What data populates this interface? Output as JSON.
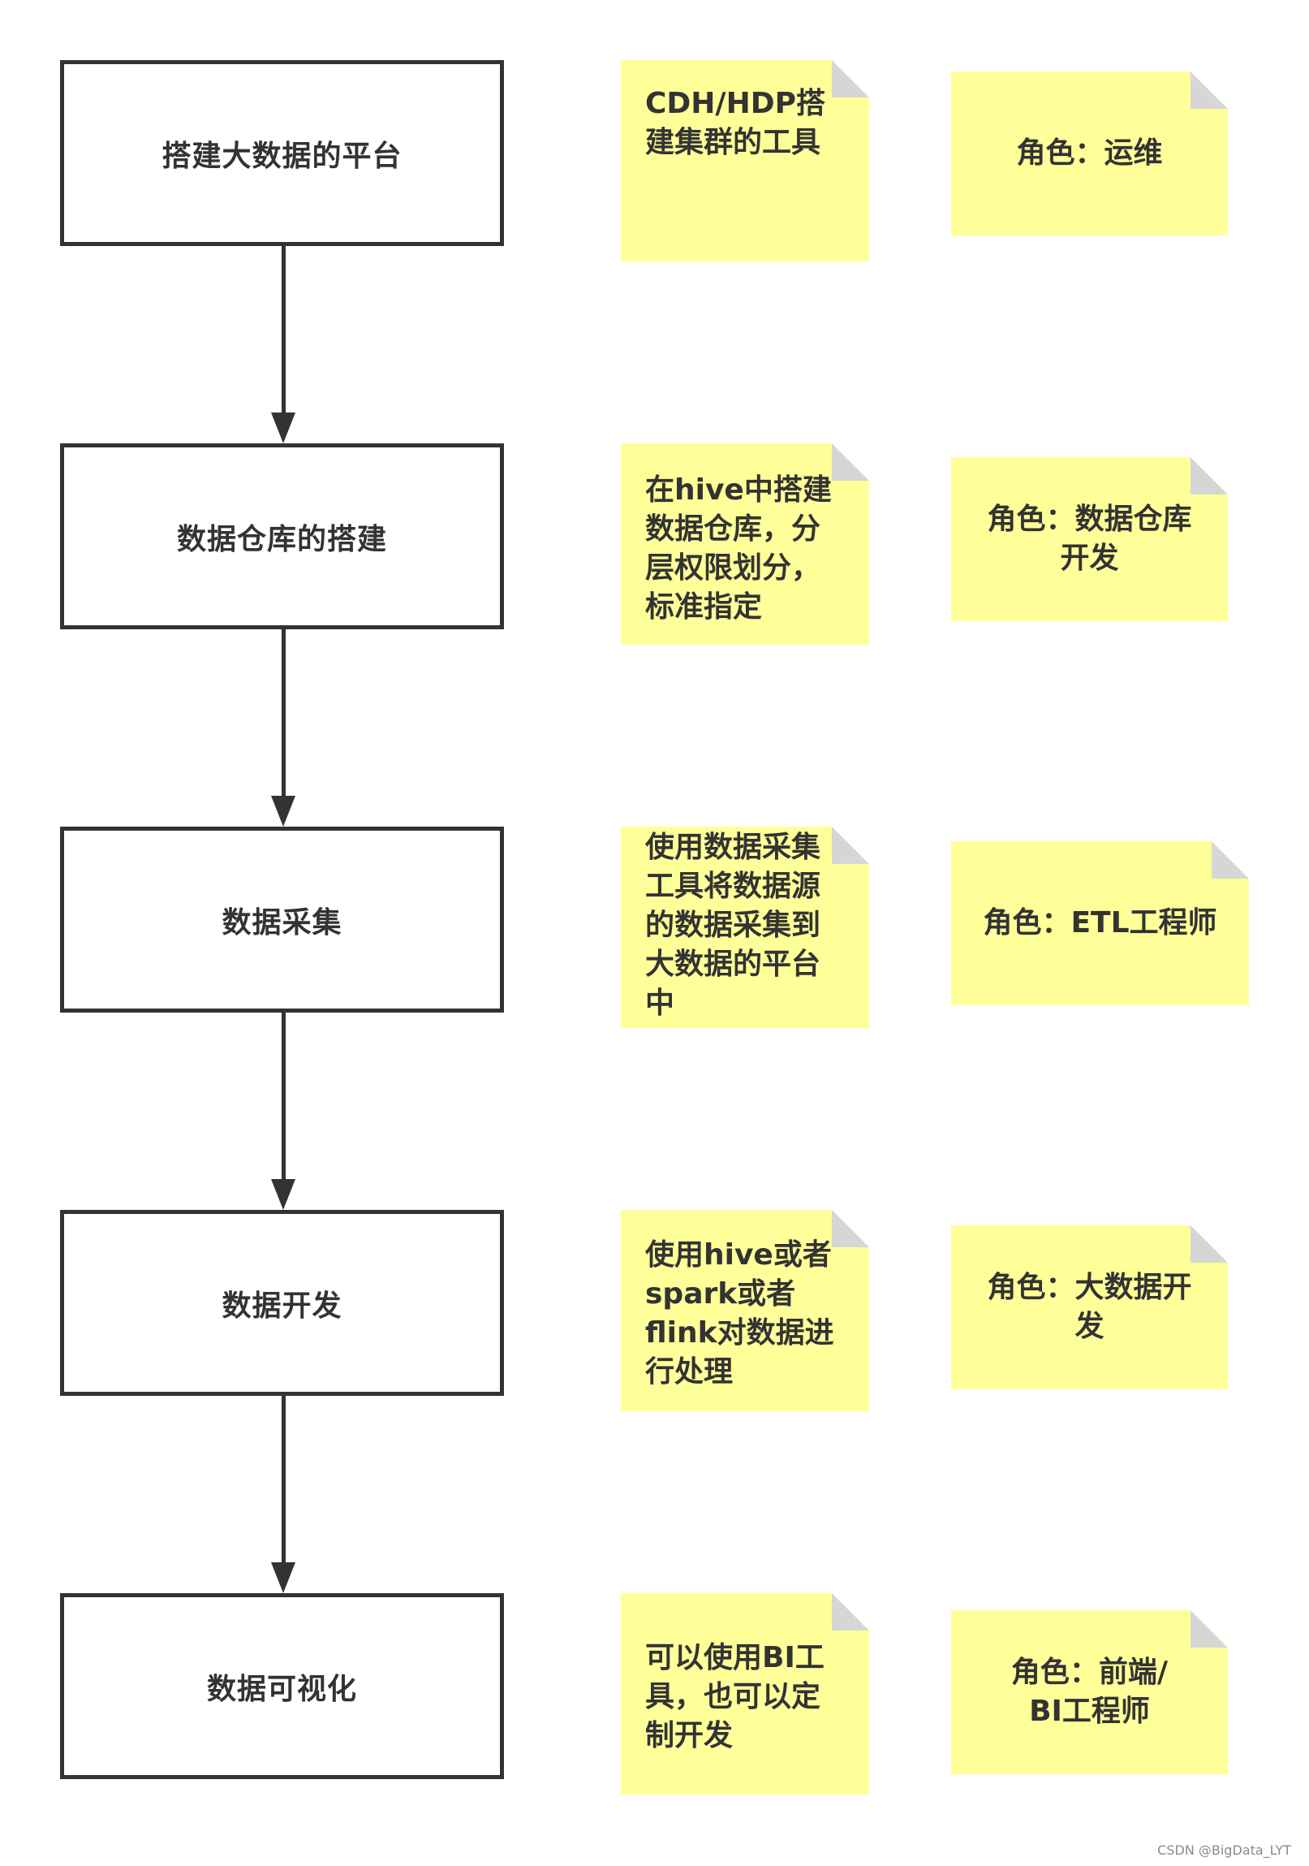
{
  "steps": [
    {
      "label": "搭建大数据的平台"
    },
    {
      "label": "数据仓库的搭建"
    },
    {
      "label": "数据采集"
    },
    {
      "label": "数据开发"
    },
    {
      "label": "数据可视化"
    }
  ],
  "descriptions": [
    {
      "text": "CDH/HDP搭\n建集群的工具"
    },
    {
      "text": "在hive中搭建\n数据仓库，分\n层权限划分，\n标准指定"
    },
    {
      "text": "使用数据采集\n工具将数据源\n的数据采集到\n大数据的平台\n中"
    },
    {
      "text": "使用hive或者\nspark或者\nflink对数据进\n行处理"
    },
    {
      "text": "可以使用BI工\n具，也可以定\n制开发"
    }
  ],
  "roles": [
    {
      "text": "角色：运维"
    },
    {
      "text": "角色：数据仓库\n开发"
    },
    {
      "text": "角色：ETL工程师"
    },
    {
      "text": "角色：大数据开\n发"
    },
    {
      "text": "角色：前端/\nBI工程师"
    }
  ],
  "watermark": "CSDN @BigData_LYT",
  "colors": {
    "box_border": "#333333",
    "note_fill": "#ffff99",
    "note_fold": "#d6d6d6",
    "text": "#333333"
  }
}
